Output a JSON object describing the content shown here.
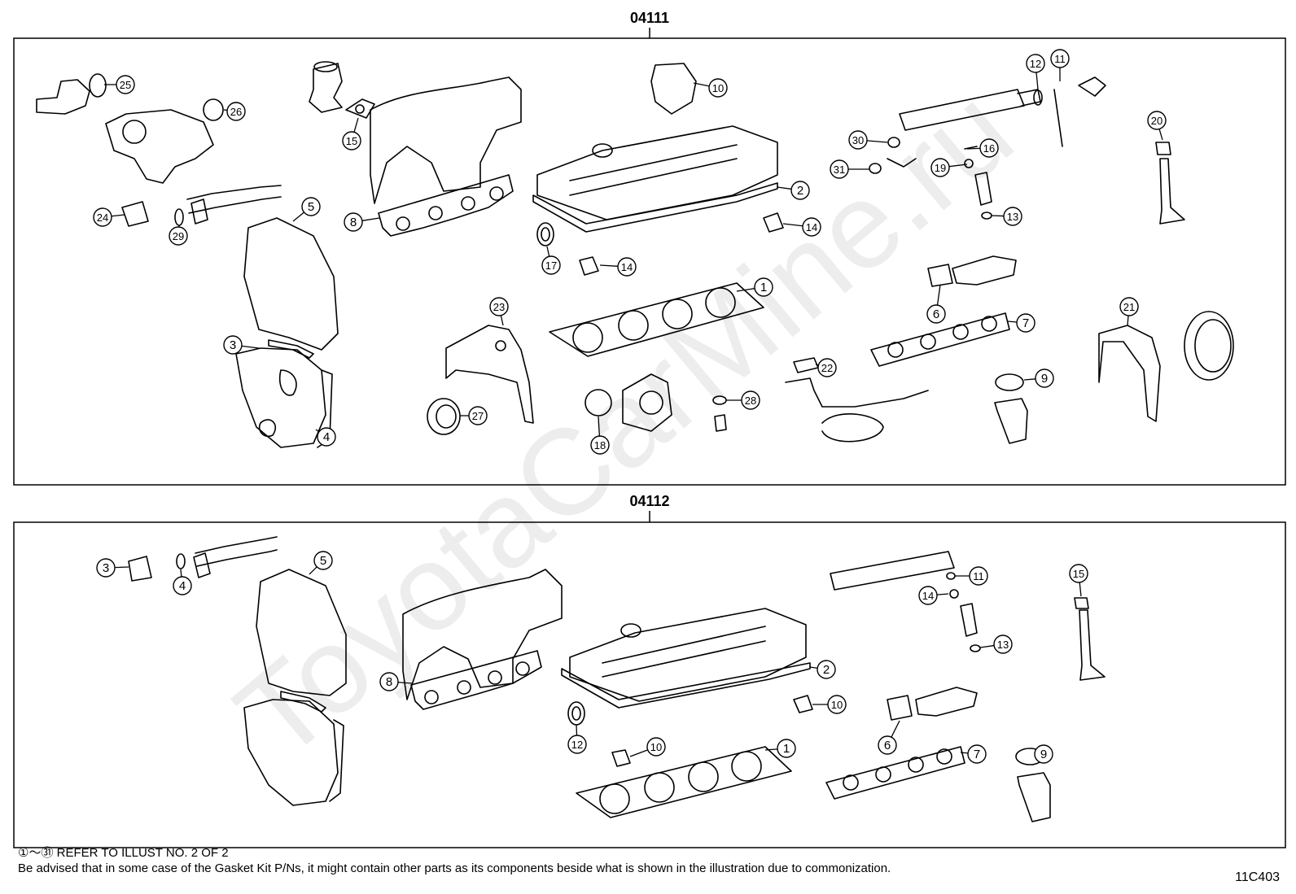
{
  "sections": [
    {
      "part_no": "04111",
      "callouts": [
        "1",
        "2",
        "3",
        "4",
        "5",
        "6",
        "7",
        "8",
        "9",
        "10",
        "11",
        "12",
        "13",
        "14",
        "14",
        "15",
        "16",
        "17",
        "18",
        "19",
        "20",
        "21",
        "22",
        "23",
        "24",
        "25",
        "26",
        "27",
        "28",
        "29",
        "30",
        "31",
        "31"
      ]
    },
    {
      "part_no": "04112",
      "callouts": [
        "1",
        "2",
        "3",
        "4",
        "5",
        "6",
        "7",
        "8",
        "9",
        "10",
        "10",
        "11",
        "12",
        "13",
        "14",
        "15"
      ]
    }
  ],
  "footer": {
    "refer_range_start": "①",
    "refer_range_sep": "～",
    "refer_range_end": "㉛",
    "refer_text": "REFER TO ILLUST NO. 2 OF 2",
    "advisory": "Be advised that in some case of the Gasket Kit P/Ns,  it might contain other parts as its components beside what is shown in the illustration due to commonization.",
    "figure_code": "11C403"
  },
  "watermark": "ToyotaCarMine.ru",
  "colors": {
    "line": "#000000",
    "watermark": "#ececec",
    "background": "#ffffff"
  }
}
